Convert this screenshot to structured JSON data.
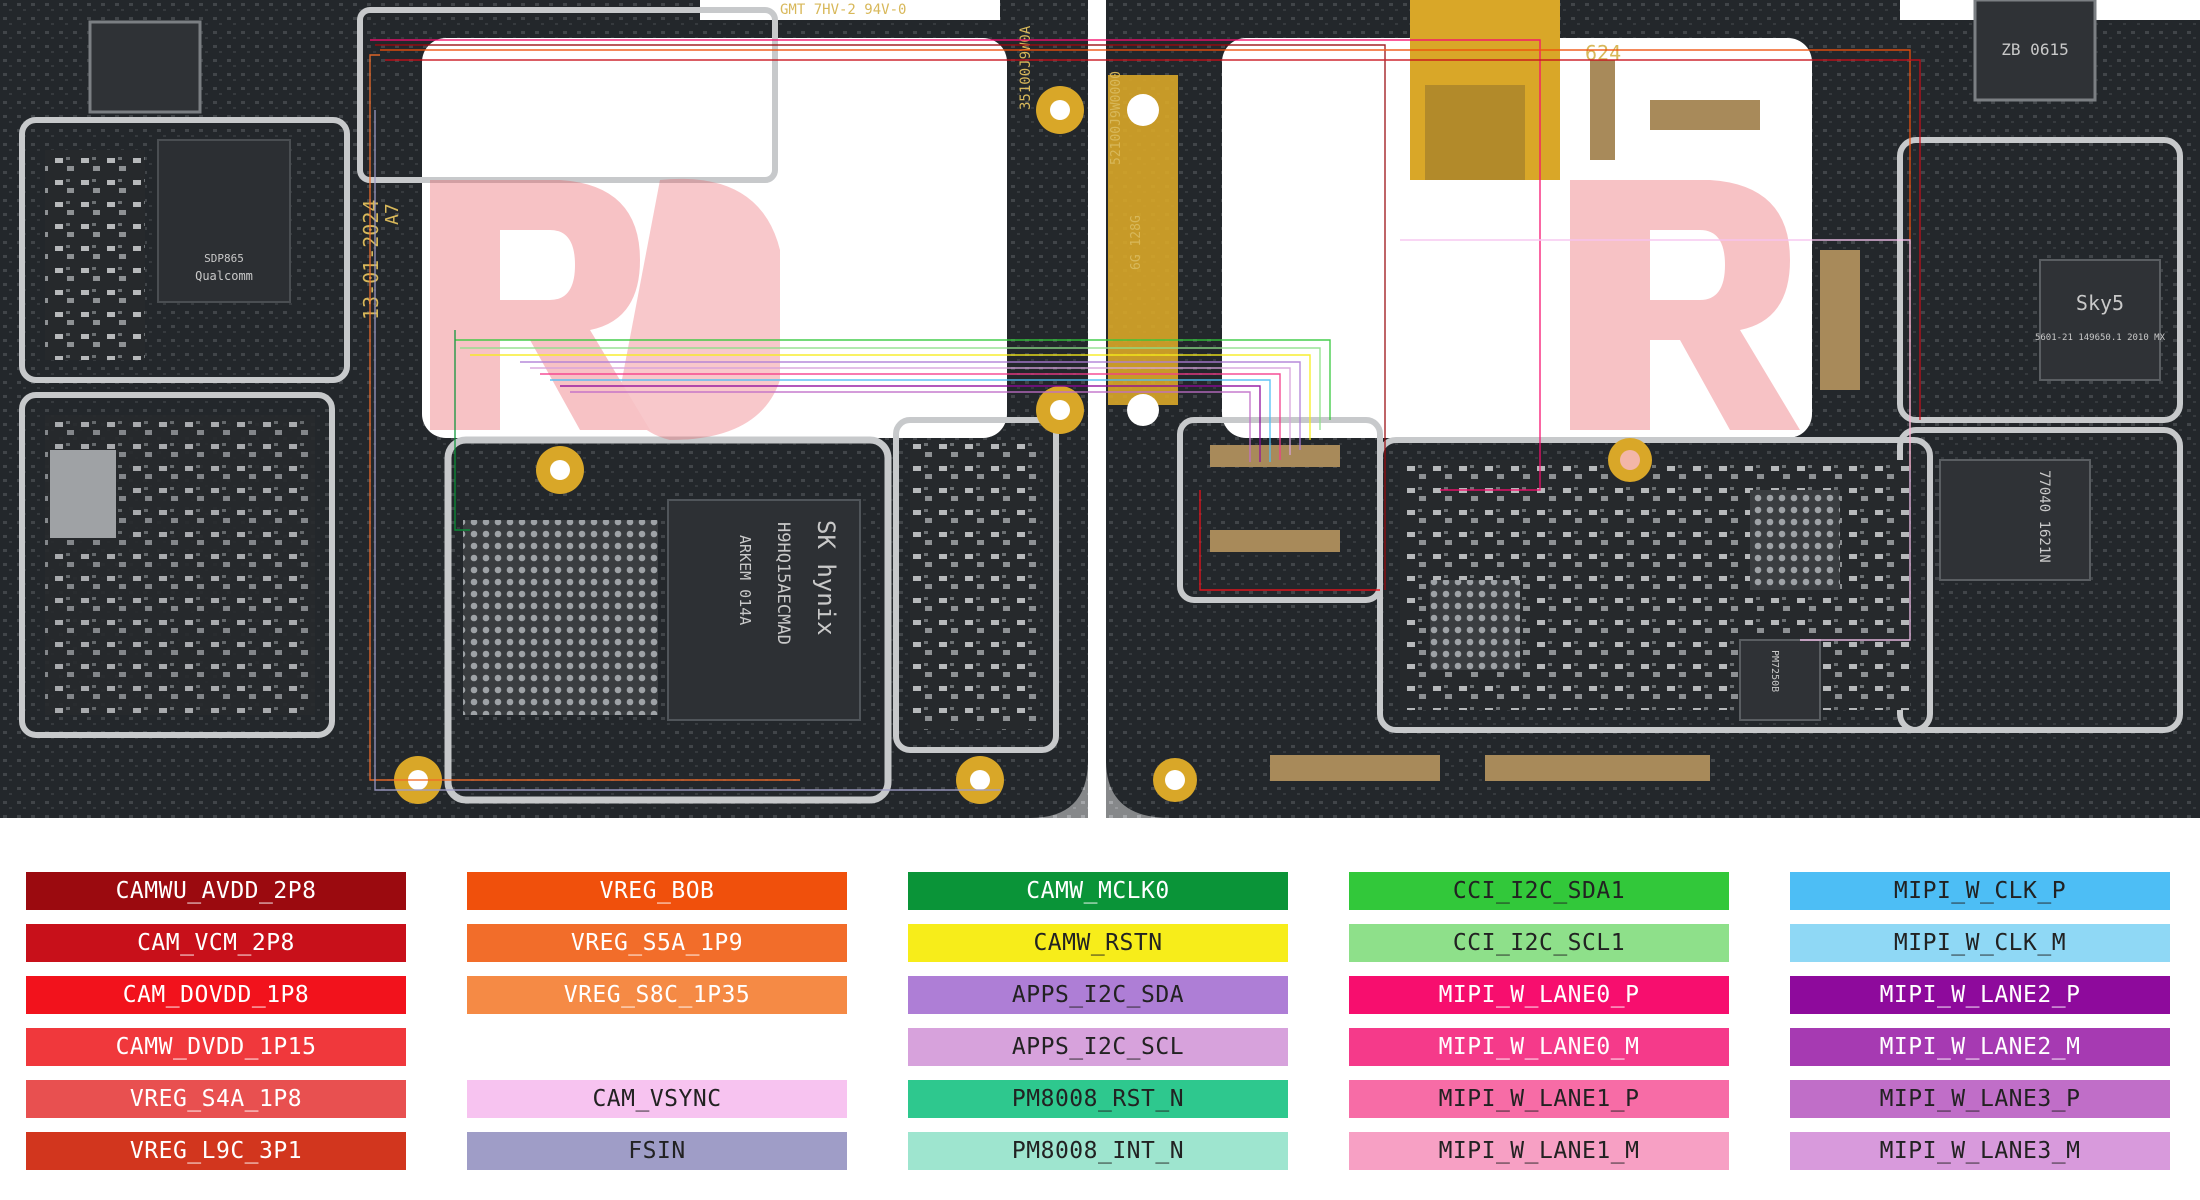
{
  "board_text": {
    "date": "13-01-2024",
    "rev": "A7",
    "pn_top": "35100J9W0A",
    "pn_mid": "52100J9W0000",
    "marking": "6G 128G",
    "label_624": "624",
    "top_strip": "GMT 7HV-2 94V-0"
  },
  "chips": {
    "cpu_brand": "Qualcomm",
    "cpu_code": "SDP865",
    "mem_brand": "SK hynix",
    "mem_code": "H9HQ15AECMAD",
    "mem_sub": "ARKEM 014A",
    "pmic_code": "PM7250B",
    "sky": "Sky5",
    "sky_sub": "5601-21 149650.1 2010 MX",
    "rf_code": "77040 1621N",
    "codec": "ZB 0615"
  },
  "legend": [
    {
      "label": "CAMWU_AVDD_2P8",
      "color": "#9b0a0f",
      "text_color": "#ffffff"
    },
    {
      "label": "CAM_VCM_2P8",
      "color": "#c8101a",
      "text_color": "#ffffff"
    },
    {
      "label": "CAM_DOVDD_1P8",
      "color": "#f2121c",
      "text_color": "#ffffff"
    },
    {
      "label": "CAMW_DVDD_1P15",
      "color": "#f0383c",
      "text_color": "#ffffff"
    },
    {
      "label": "VREG_S4A_1P8",
      "color": "#e85050",
      "text_color": "#ffffff"
    },
    {
      "label": "VREG_L9C_3P1",
      "color": "#d2361e",
      "text_color": "#ffffff"
    },
    {
      "label": "VREG_BOB",
      "color": "#f0500c",
      "text_color": "#ffffff"
    },
    {
      "label": "VREG_S5A_1P9",
      "color": "#f26d2a",
      "text_color": "#ffffff"
    },
    {
      "label": "VREG_S8C_1P35",
      "color": "#f58a45",
      "text_color": "#ffffff"
    },
    {
      "label": "CAM_VSYNC",
      "color": "#f7c3f0",
      "text_color": "#222222"
    },
    {
      "label": "FSIN",
      "color": "#9f9dc7",
      "text_color": "#222222"
    },
    {
      "label": "CAMW_MCLK0",
      "color": "#0a9438",
      "text_color": "#ffffff"
    },
    {
      "label": "CAMW_RSTN",
      "color": "#f7ed1a",
      "text_color": "#222222"
    },
    {
      "label": "APPS_I2C_SDA",
      "color": "#ae7ed6",
      "text_color": "#222222"
    },
    {
      "label": "APPS_I2C_SCL",
      "color": "#d7a2dc",
      "text_color": "#222222"
    },
    {
      "label": "PM8008_RST_N",
      "color": "#2ec88e",
      "text_color": "#222222"
    },
    {
      "label": "PM8008_INT_N",
      "color": "#9ee5cf",
      "text_color": "#222222"
    },
    {
      "label": "CCI_I2C_SDA1",
      "color": "#32c83a",
      "text_color": "#222222"
    },
    {
      "label": "CCI_I2C_SCL1",
      "color": "#8ee08a",
      "text_color": "#222222"
    },
    {
      "label": "MIPI_W_LANE0_P",
      "color": "#f70e6e",
      "text_color": "#ffffff"
    },
    {
      "label": "MIPI_W_LANE0_M",
      "color": "#f53a8a",
      "text_color": "#ffffff"
    },
    {
      "label": "MIPI_W_LANE1_P",
      "color": "#f76ca6",
      "text_color": "#222222"
    },
    {
      "label": "MIPI_W_LANE1_M",
      "color": "#f7a0c4",
      "text_color": "#222222"
    },
    {
      "label": "MIPI_W_CLK_P",
      "color": "#4dbef5",
      "text_color": "#222222"
    },
    {
      "label": "MIPI_W_CLK_M",
      "color": "#8fd8f5",
      "text_color": "#222222"
    },
    {
      "label": "MIPI_W_LANE2_P",
      "color": "#8e0a9c",
      "text_color": "#ffffff"
    },
    {
      "label": "MIPI_W_LANE2_M",
      "color": "#a63ab2",
      "text_color": "#ffffff"
    },
    {
      "label": "MIPI_W_LANE3_P",
      "color": "#c06ec8",
      "text_color": "#222222"
    },
    {
      "label": "MIPI_W_LANE3_M",
      "color": "#d89adc",
      "text_color": "#222222"
    }
  ],
  "colors": {
    "pcb": "#23272b",
    "shield": "#c7c9cb",
    "gold": "#d9a728",
    "watermark": "#e8505a"
  }
}
